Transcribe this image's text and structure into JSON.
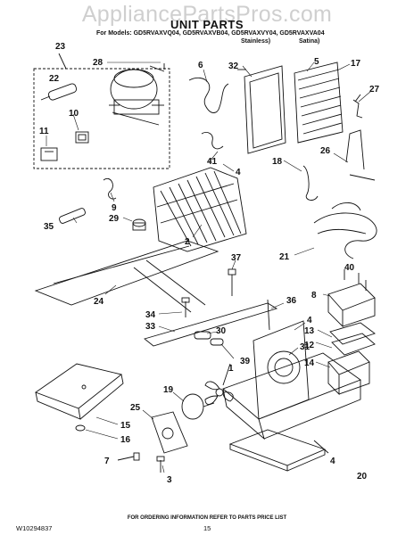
{
  "watermark": "AppliancePartsPros.com",
  "title": "UNIT PARTS",
  "models_line": "For Models: GD5RVAXVQ04, GD5RVAXVB04, GD5RVAXVY04, GD5RVAXVA04",
  "finish_notes": [
    "Stainless)",
    "Satina)"
  ],
  "footer_note": "FOR ORDERING INFORMATION REFER TO PARTS PRICE LIST",
  "doc_number": "W10294837",
  "page_number": "15",
  "callouts": [
    {
      "id": "c23",
      "label": "23"
    },
    {
      "id": "c28",
      "label": "28"
    },
    {
      "id": "c6",
      "label": "6"
    },
    {
      "id": "c32",
      "label": "32"
    },
    {
      "id": "c5",
      "label": "5"
    },
    {
      "id": "c17",
      "label": "17"
    },
    {
      "id": "c22",
      "label": "22"
    },
    {
      "id": "c10",
      "label": "10"
    },
    {
      "id": "c11",
      "label": "11"
    },
    {
      "id": "c27",
      "label": "27"
    },
    {
      "id": "c41",
      "label": "41"
    },
    {
      "id": "c4a",
      "label": "4"
    },
    {
      "id": "c26",
      "label": "26"
    },
    {
      "id": "c18",
      "label": "18"
    },
    {
      "id": "c9",
      "label": "9"
    },
    {
      "id": "c35",
      "label": "35"
    },
    {
      "id": "c29",
      "label": "29"
    },
    {
      "id": "c2",
      "label": "2"
    },
    {
      "id": "c21",
      "label": "21"
    },
    {
      "id": "c37",
      "label": "37"
    },
    {
      "id": "c40",
      "label": "40"
    },
    {
      "id": "c24",
      "label": "24"
    },
    {
      "id": "c8",
      "label": "8"
    },
    {
      "id": "c34",
      "label": "34"
    },
    {
      "id": "c36",
      "label": "36"
    },
    {
      "id": "c33",
      "label": "33"
    },
    {
      "id": "c4b",
      "label": "4"
    },
    {
      "id": "c13",
      "label": "13"
    },
    {
      "id": "c12",
      "label": "12"
    },
    {
      "id": "c30",
      "label": "30"
    },
    {
      "id": "c31",
      "label": "31"
    },
    {
      "id": "c39",
      "label": "39"
    },
    {
      "id": "c14",
      "label": "14"
    },
    {
      "id": "c1",
      "label": "1"
    },
    {
      "id": "c19",
      "label": "19"
    },
    {
      "id": "c25",
      "label": "25"
    },
    {
      "id": "c15",
      "label": "15"
    },
    {
      "id": "c16",
      "label": "16"
    },
    {
      "id": "c7",
      "label": "7"
    },
    {
      "id": "c3",
      "label": "3"
    },
    {
      "id": "c4c",
      "label": "4"
    },
    {
      "id": "c20",
      "label": "20"
    }
  ]
}
